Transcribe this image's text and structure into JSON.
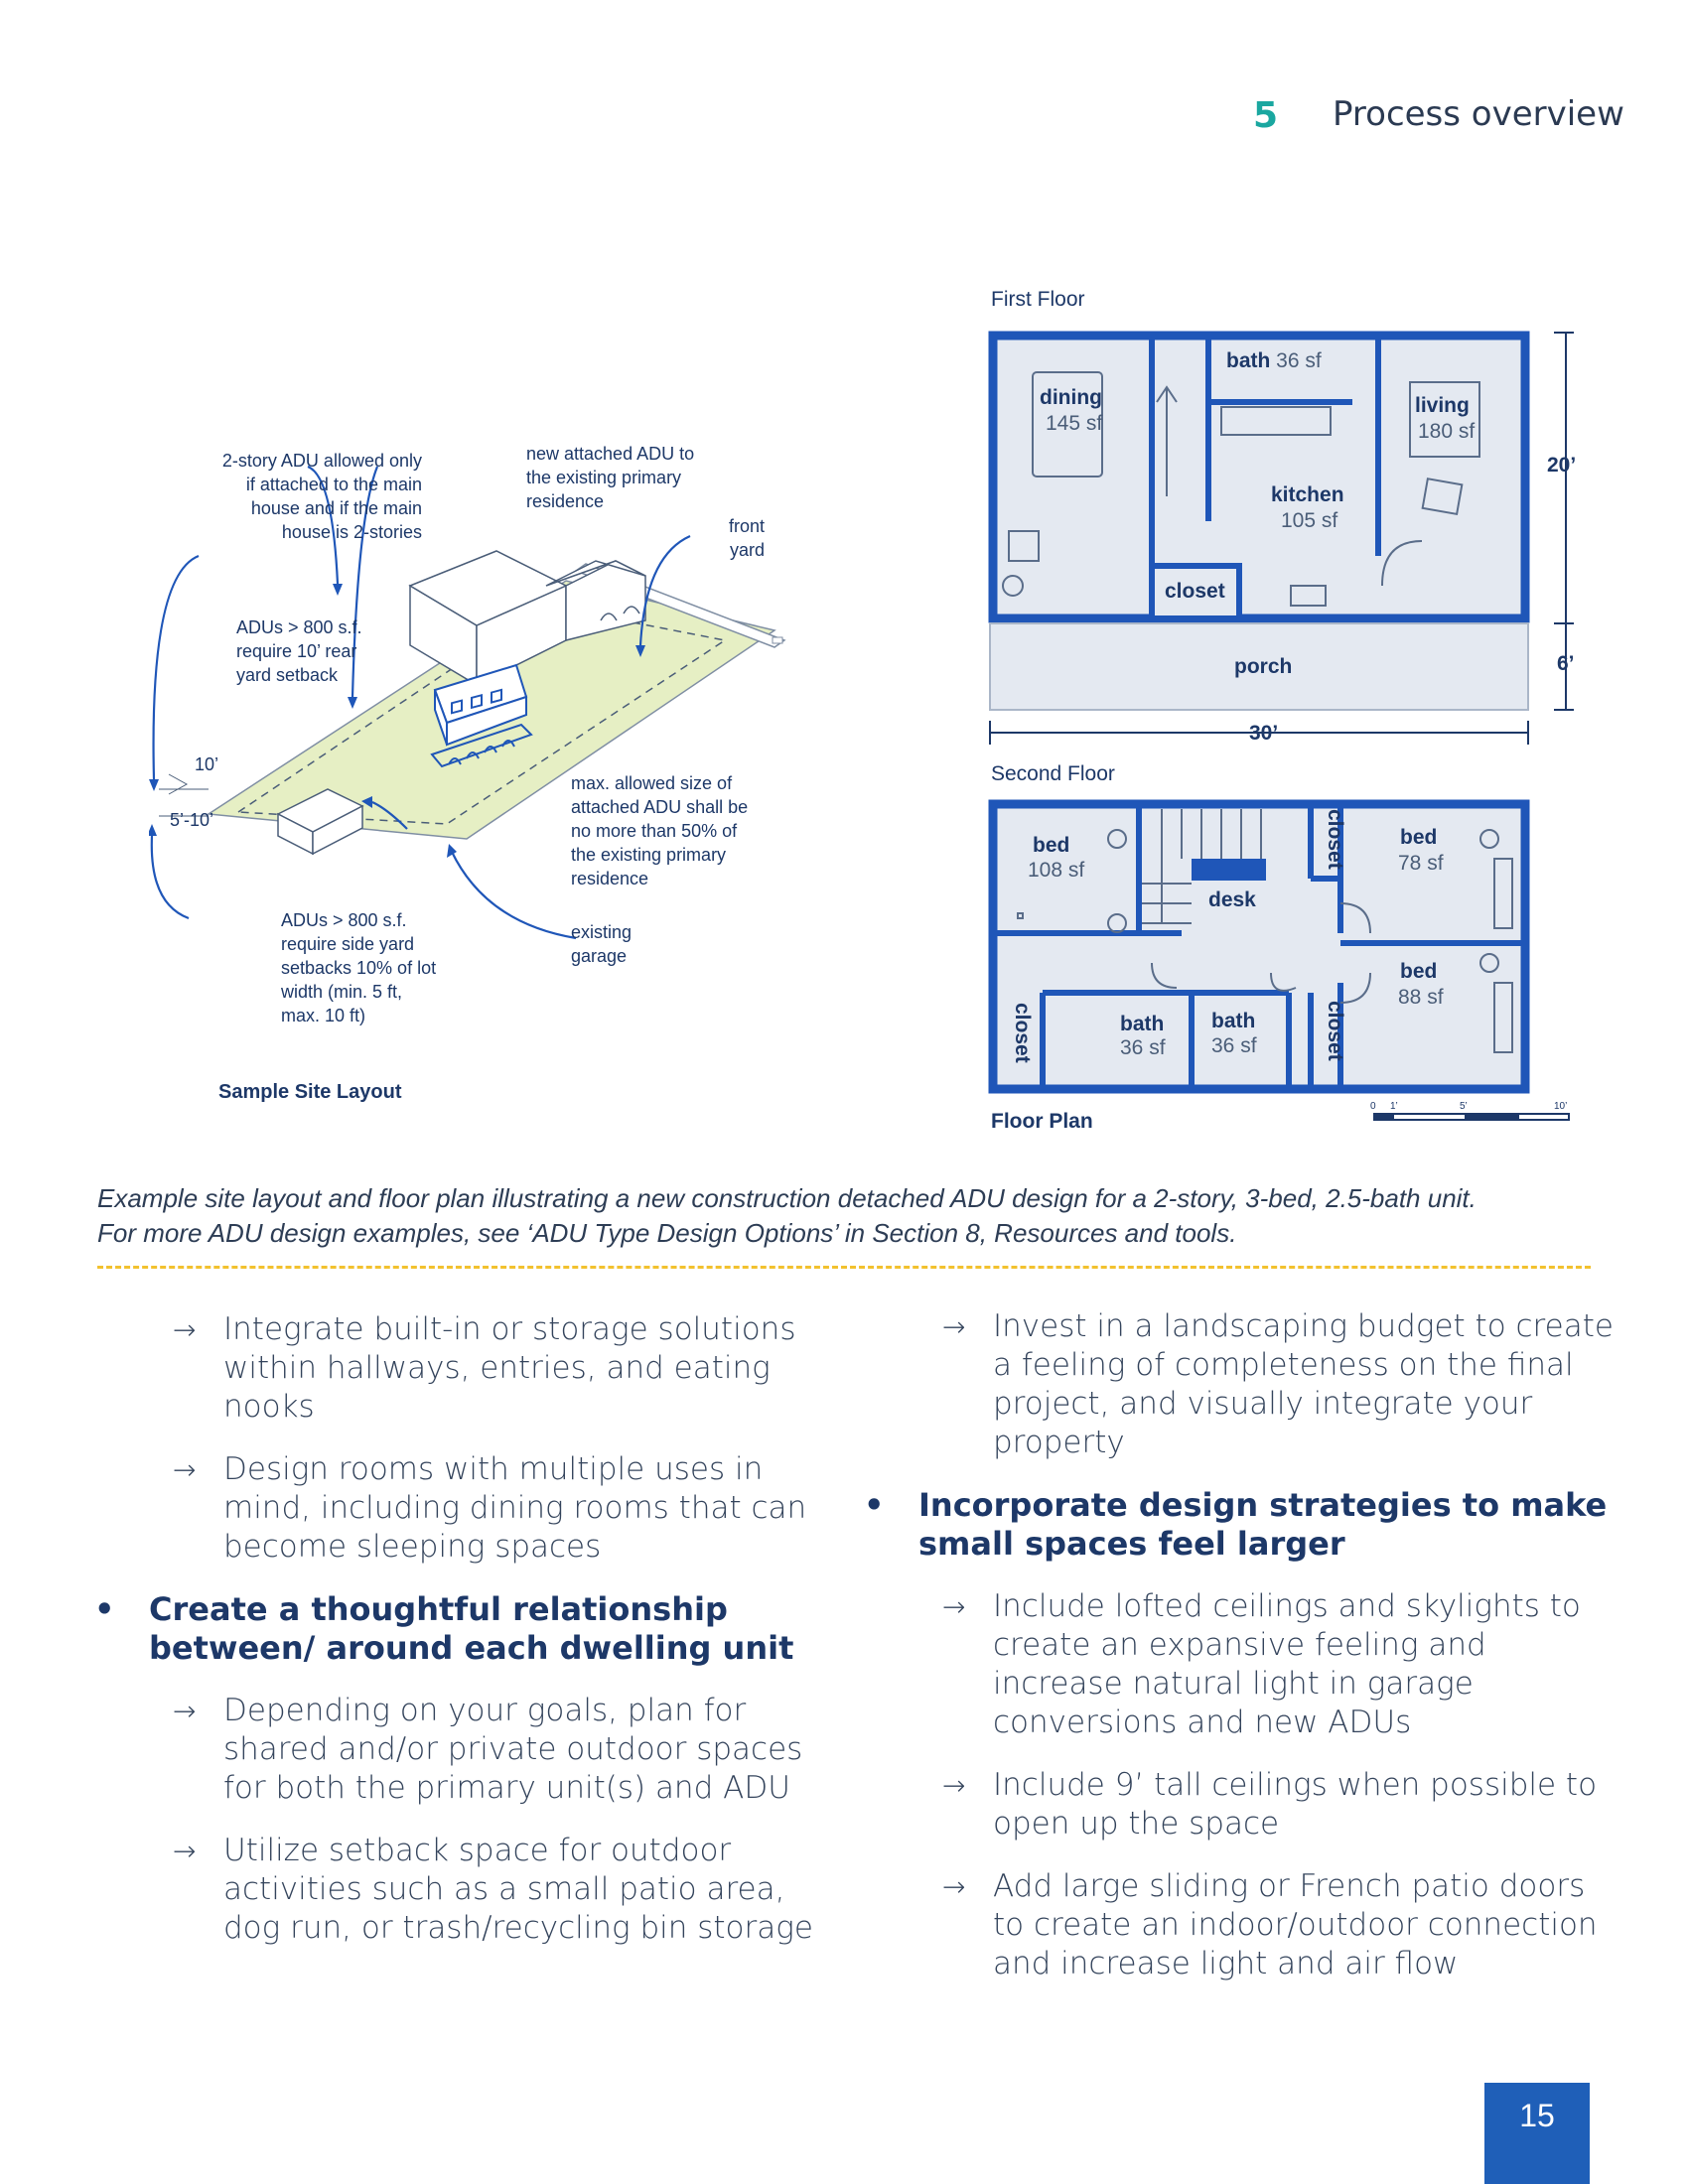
{
  "header": {
    "section_number": "5",
    "section_title": "Process overview"
  },
  "site_layout": {
    "title": "Sample Site Layout",
    "callouts": {
      "two_story": [
        "2-story ADU allowed only",
        "if attached to the main",
        "house and if the main",
        "house is 2-stories"
      ],
      "new_attached": [
        "new attached ADU to",
        "the existing primary",
        "residence"
      ],
      "front_yard": [
        "front",
        "yard"
      ],
      "rear_setback": [
        "ADUs > 800 s.f.",
        "require 10’ rear",
        "yard setback"
      ],
      "dim_10": "10’",
      "dim_5_10": "5’-10’",
      "max_size": [
        "max. allowed size of",
        "attached ADU shall be",
        "no more than 50% of",
        "the existing primary",
        "residence"
      ],
      "side_setback": [
        "ADUs > 800 s.f.",
        "require side yard",
        "setbacks 10% of lot",
        "width (min. 5 ft,",
        "max. 10 ft)"
      ],
      "garage": [
        "existing",
        "garage"
      ]
    }
  },
  "floor_plan": {
    "title": "Floor Plan",
    "first_floor": {
      "title": "First Floor",
      "rooms": {
        "bath": {
          "name": "bath",
          "area": "36 sf"
        },
        "dining": {
          "name": "dining",
          "area": "145 sf"
        },
        "living": {
          "name": "living",
          "area": "180 sf"
        },
        "kitchen": {
          "name": "kitchen",
          "area": "105 sf"
        },
        "closet": {
          "name": "closet"
        },
        "porch": {
          "name": "porch"
        }
      },
      "dims": {
        "depth": "20’",
        "porch": "6’",
        "width": "30’"
      }
    },
    "second_floor": {
      "title": "Second Floor",
      "rooms": {
        "bed1": {
          "name": "bed",
          "area": "108 sf"
        },
        "bed2": {
          "name": "bed",
          "area": "78 sf"
        },
        "bed3": {
          "name": "bed",
          "area": "88 sf"
        },
        "bath1": {
          "name": "bath",
          "area": "36 sf"
        },
        "bath2": {
          "name": "bath",
          "area": "36 sf"
        },
        "desk": {
          "name": "desk"
        },
        "closet": "closet"
      }
    },
    "scale": {
      "s0": "0",
      "s1": "1’",
      "s5": "5’",
      "s10": "10’"
    }
  },
  "caption": {
    "line1": "Example site layout and floor plan illustrating a new construction detached ADU design for a 2-story, 3-bed, 2.5-bath unit.",
    "line2": "For more ADU design examples, see ‘ADU Type Design Options’ in Section 8, Resources and tools."
  },
  "left_column": {
    "sub1": "Integrate built-in or storage solutions within hallways, entries, and eating nooks",
    "sub2": "Design rooms with multiple uses in mind, including dining rooms that can become sleeping spaces",
    "main1": "Create a thoughtful relationship between/ around each dwelling unit",
    "sub3": "Depending on your goals, plan for shared and/or private outdoor spaces for both the primary unit(s) and ADU",
    "sub4": "Utilize setback space for outdoor activities such as a small patio area, dog run, or trash/recycling bin storage"
  },
  "right_column": {
    "sub1": "Invest in a landscaping budget to create a feeling of completeness on the final project, and visually integrate your property",
    "main1": "Incorporate design strategies to make small spaces feel larger",
    "sub2": "Include lofted ceilings and skylights to create an expansive feeling and increase natural light in garage conversions and new ADUs",
    "sub3": "Include 9’ tall ceilings when possible to open up the space",
    "sub4": "Add large sliding or French patio doors to create an indoor/outdoor connection and increase light and air flow"
  },
  "page_number": "15",
  "colors": {
    "accent_teal": "#1aa7a0",
    "plan_blue": "#1f56b8",
    "navy": "#1d3868",
    "rule_yellow": "#f2c12e",
    "lot_green": "#e6efc4"
  },
  "icons": {
    "bullet_arrow": "arrow-right-icon",
    "bullet_dot": "dot-bullet-icon"
  }
}
